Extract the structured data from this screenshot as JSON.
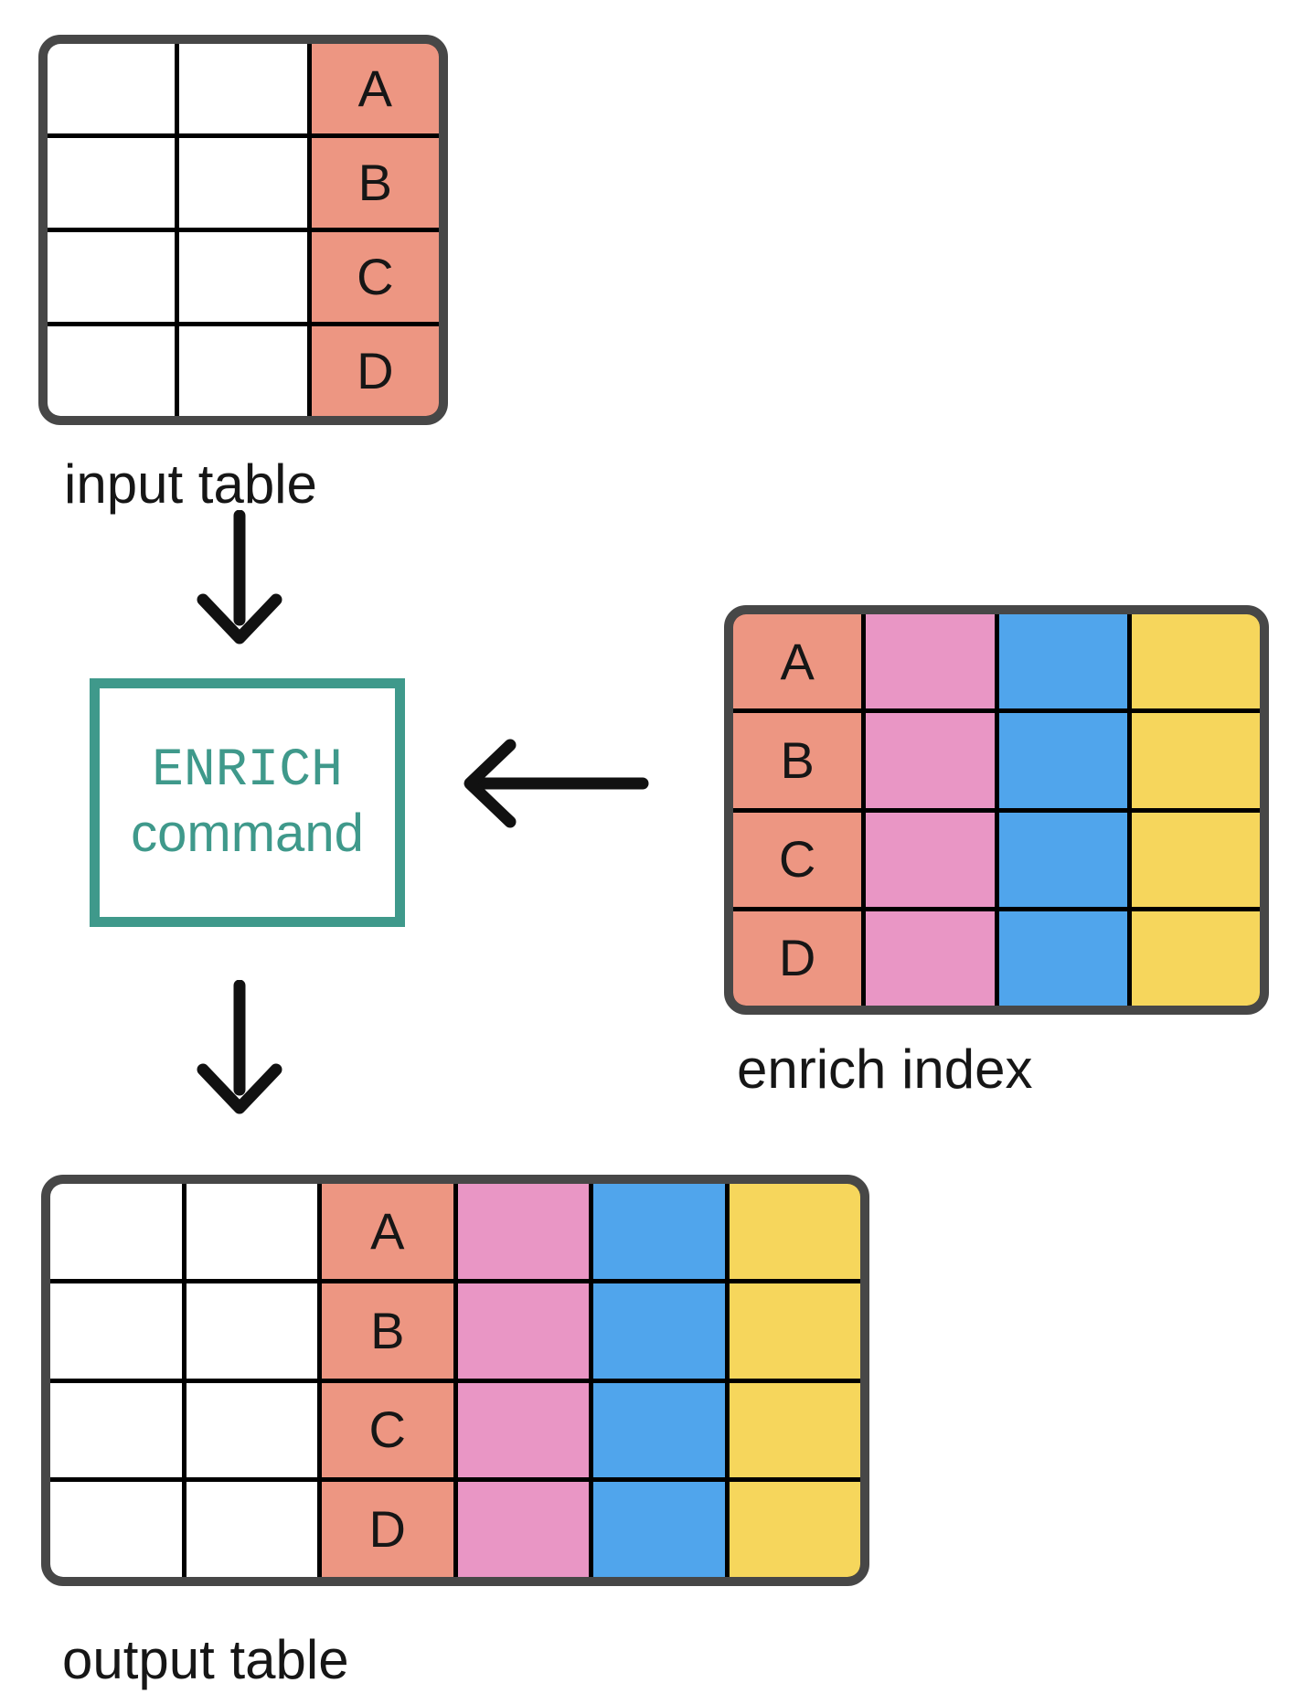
{
  "page": {
    "background": "#FFFFFF"
  },
  "colors": {
    "key_column": "#ED9682",
    "pink_column": "#E996C5",
    "blue_column": "#50A5EC",
    "yellow_column": "#F6D65C",
    "blank_cell": "#FFFFFF",
    "accent_teal": "#3F998B",
    "table_outline": "#474747",
    "grid_line": "#000000",
    "arrow": "#111111",
    "text": "#161616"
  },
  "tables": {
    "input": {
      "label": "input table",
      "rows": 4,
      "columns": [
        "blank",
        "blank",
        "key"
      ],
      "key_values": [
        "A",
        "B",
        "C",
        "D"
      ]
    },
    "index": {
      "label": "enrich index",
      "rows": 4,
      "columns": [
        "key",
        "pink",
        "blue",
        "yellow"
      ],
      "key_values": [
        "A",
        "B",
        "C",
        "D"
      ]
    },
    "output": {
      "label": "output table",
      "rows": 4,
      "columns": [
        "blank",
        "blank",
        "key",
        "pink",
        "blue",
        "yellow"
      ],
      "key_values": [
        "A",
        "B",
        "C",
        "D"
      ]
    }
  },
  "command_box": {
    "line1": "ENRICH",
    "line2": "command"
  },
  "arrows": [
    {
      "name": "flow-input-to-command",
      "direction": "down"
    },
    {
      "name": "flow-index-to-command",
      "direction": "left"
    },
    {
      "name": "flow-command-to-output",
      "direction": "down"
    }
  ]
}
